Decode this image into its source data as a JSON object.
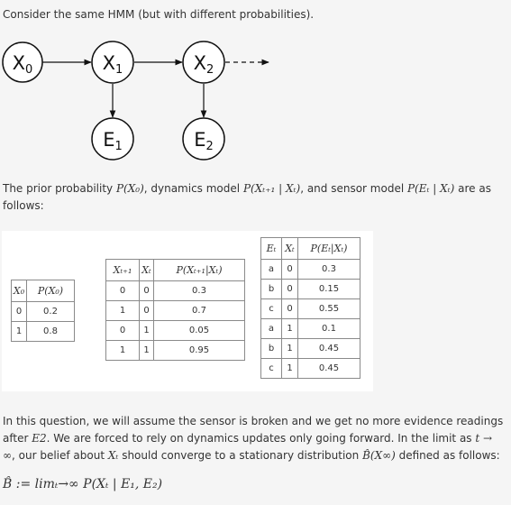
{
  "intro": "Consider the same HMM (but with different probabilities).",
  "diagram": {
    "nodes": {
      "x0": {
        "base": "X",
        "sub": "0"
      },
      "x1": {
        "base": "X",
        "sub": "1"
      },
      "x2": {
        "base": "X",
        "sub": "2"
      },
      "e1": {
        "base": "E",
        "sub": "1"
      },
      "e2": {
        "base": "E",
        "sub": "2"
      }
    }
  },
  "para1": {
    "t1": "The prior probability ",
    "m1": "P(X₀)",
    "t2": ", dynamics model ",
    "m2": "P(Xₜ₊₁ | Xₜ)",
    "t3": ", and sensor model ",
    "m3": "P(Eₜ | Xₜ)",
    "t4": " are as follows:"
  },
  "prior_table": {
    "headers": [
      "X₀",
      "P(X₀)"
    ],
    "rows": [
      [
        "0",
        "0.2"
      ],
      [
        "1",
        "0.8"
      ]
    ]
  },
  "dynamics_table": {
    "headers": [
      "Xₜ₊₁",
      "Xₜ",
      "P(Xₜ₊₁|Xₜ)"
    ],
    "rows": [
      [
        "0",
        "0",
        "0.3"
      ],
      [
        "1",
        "0",
        "0.7"
      ],
      [
        "0",
        "1",
        "0.05"
      ],
      [
        "1",
        "1",
        "0.95"
      ]
    ]
  },
  "sensor_table": {
    "headers": [
      "Eₜ",
      "Xₜ",
      "P(Eₜ|Xₜ)"
    ],
    "rows": [
      [
        "a",
        "0",
        "0.3"
      ],
      [
        "b",
        "0",
        "0.15"
      ],
      [
        "c",
        "0",
        "0.55"
      ],
      [
        "a",
        "1",
        "0.1"
      ],
      [
        "b",
        "1",
        "0.45"
      ],
      [
        "c",
        "1",
        "0.45"
      ]
    ]
  },
  "para2": {
    "t1": "In this question, we will assume the sensor is broken and we get no more evidence readings after ",
    "m1": "E2",
    "t2": ". We are forced to rely on dynamics updates only going forward. In the limit as ",
    "m2": "t → ∞",
    "t3": ", our belief about ",
    "m3": "Xₜ",
    "t4": " should converge to a stationary distribution ",
    "m4": "B̂(X∞)",
    "t5": " defined as follows:"
  },
  "formula": "B̂ := limₜ→∞ P(Xₜ | E₁, E₂)"
}
